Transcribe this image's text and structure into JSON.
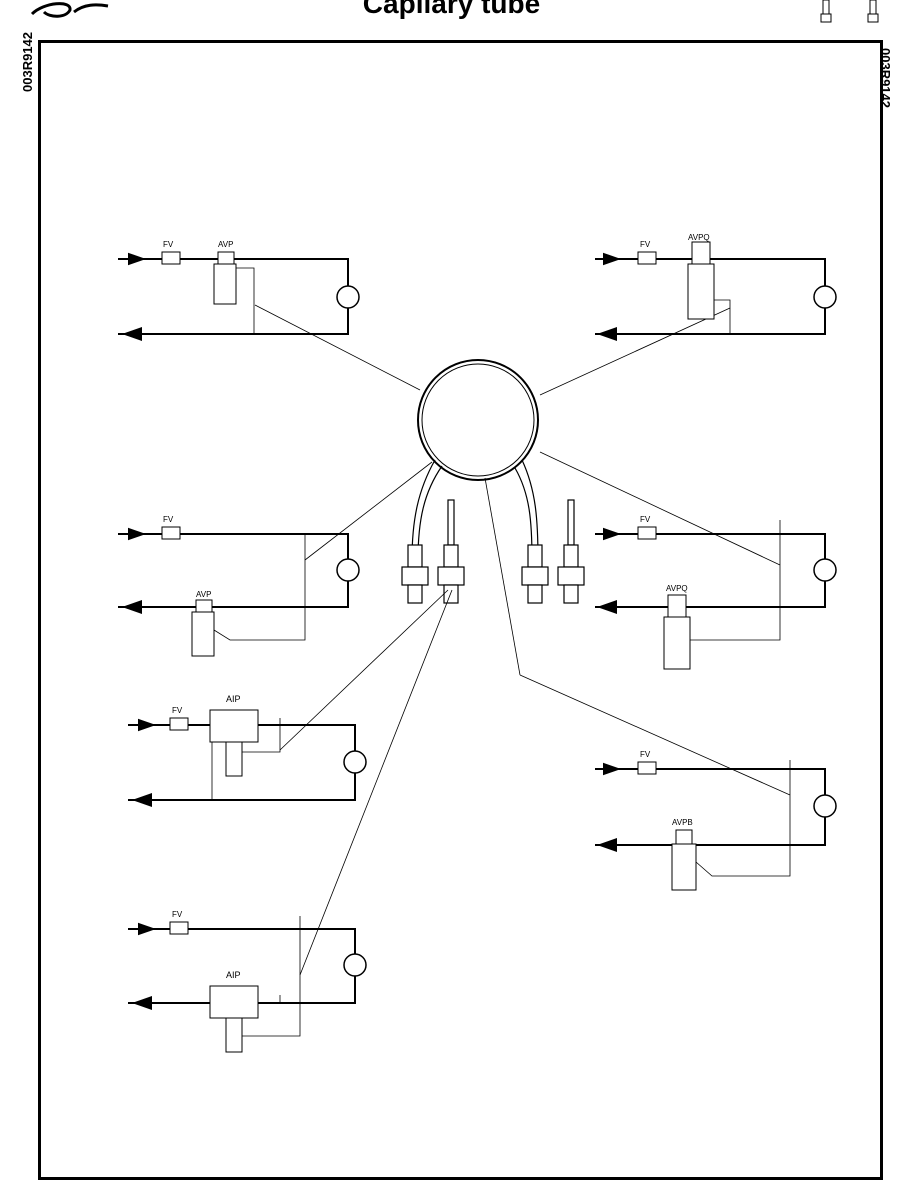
{
  "header": {
    "title": "Capilary tube",
    "code_left": "003R9142",
    "code_right": "003R9142"
  },
  "labels": {
    "fv": "FV",
    "avp": "AVP",
    "avpq": "AVPQ",
    "aip": "AIP",
    "avpb": "AVPB"
  },
  "colors": {
    "line": "#000000",
    "background": "#ffffff"
  }
}
